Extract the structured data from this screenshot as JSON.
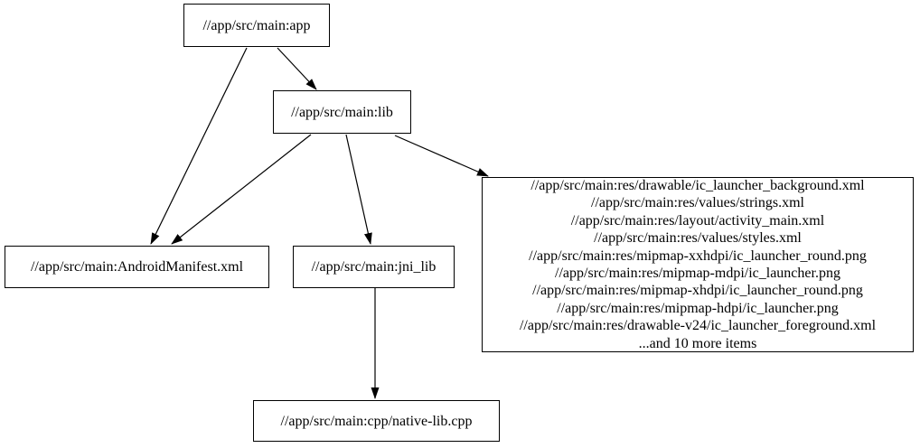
{
  "graph": {
    "type": "directed-dependency-graph",
    "background_color": "#ffffff",
    "node_border_color": "#000000",
    "node_fill_color": "#ffffff",
    "text_color": "#000000",
    "edge_color": "#000000"
  },
  "nodes": {
    "app": {
      "label": "//app/src/main:app"
    },
    "lib": {
      "label": "//app/src/main:lib"
    },
    "android_manifest": {
      "label": "//app/src/main:AndroidManifest.xml"
    },
    "jni_lib": {
      "label": "//app/src/main:jni_lib"
    },
    "res_group": {
      "lines": [
        "//app/src/main:res/drawable/ic_launcher_background.xml",
        "//app/src/main:res/values/strings.xml",
        "//app/src/main:res/layout/activity_main.xml",
        "//app/src/main:res/values/styles.xml",
        "//app/src/main:res/mipmap-xxhdpi/ic_launcher_round.png",
        "//app/src/main:res/mipmap-mdpi/ic_launcher.png",
        "//app/src/main:res/mipmap-xhdpi/ic_launcher_round.png",
        "//app/src/main:res/mipmap-hdpi/ic_launcher.png",
        "//app/src/main:res/drawable-v24/ic_launcher_foreground.xml",
        "...and 10 more items"
      ]
    },
    "native_lib_cpp": {
      "label": "//app/src/main:cpp/native-lib.cpp"
    }
  },
  "edges": [
    {
      "from": "//app/src/main:app",
      "to": "//app/src/main:lib"
    },
    {
      "from": "//app/src/main:app",
      "to": "//app/src/main:AndroidManifest.xml"
    },
    {
      "from": "//app/src/main:lib",
      "to": "//app/src/main:AndroidManifest.xml"
    },
    {
      "from": "//app/src/main:lib",
      "to": "//app/src/main:jni_lib"
    },
    {
      "from": "//app/src/main:lib",
      "to": "res_group"
    },
    {
      "from": "//app/src/main:jni_lib",
      "to": "//app/src/main:cpp/native-lib.cpp"
    }
  ]
}
